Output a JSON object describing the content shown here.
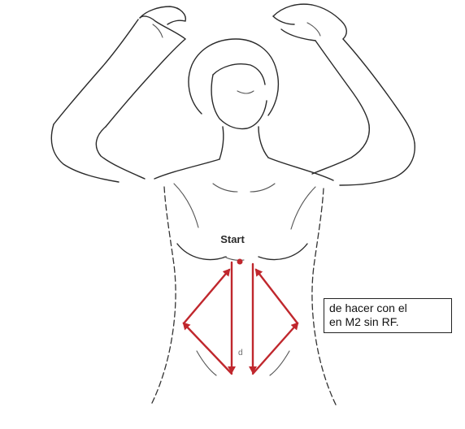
{
  "diagram": {
    "start_label": "Start",
    "midline_label": "d",
    "note_lines": [
      "de hacer con el",
      "en M2 sin RF."
    ],
    "colors": {
      "outline": "#2a2a2a",
      "arrow": "#c0272d",
      "start_dot": "#c0272d",
      "note_border": "#222222"
    }
  }
}
